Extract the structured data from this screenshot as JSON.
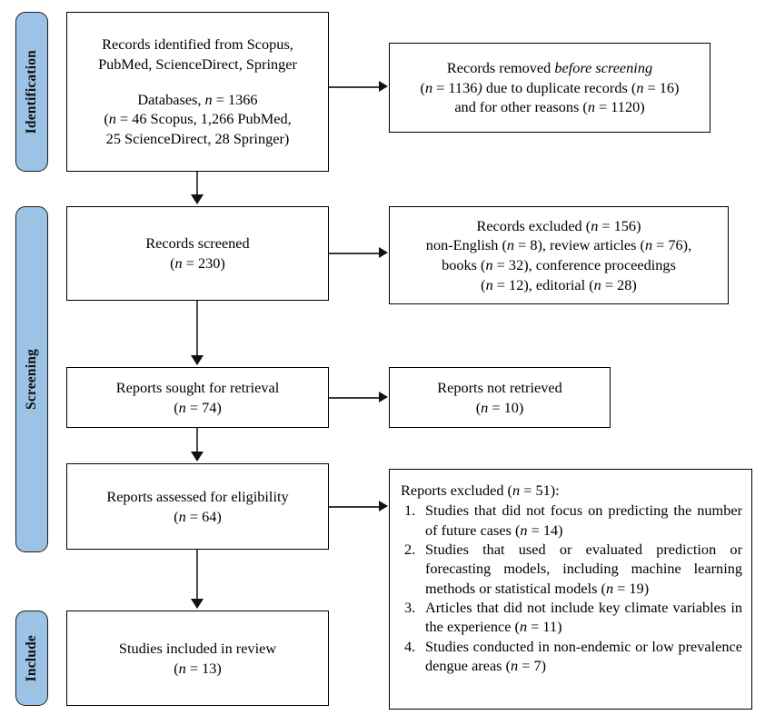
{
  "diagram": {
    "title": "PRISMA 2020 flow diagram",
    "accent_color": "#9CC3E5",
    "border_color": "#000000",
    "background_color": "#FFFFFF"
  },
  "stages": [
    {
      "id": "identification",
      "label": "Identification"
    },
    {
      "id": "screening",
      "label": "Screening"
    },
    {
      "id": "include",
      "label": "Include"
    }
  ],
  "boxes": {
    "records_identified": {
      "line1": "Records identified from Scopus,",
      "line2": "PubMed, ScienceDirect, Springer",
      "line3_pre": "Databases, ",
      "line3_italic": "n",
      "line3_post": " = 1366",
      "line4_pre": "(",
      "line4_italic": "n",
      "line4_post": " = 46 Scopus, 1,266 PubMed,",
      "line5": "25 ScienceDirect, 28 Springer)"
    },
    "records_removed": {
      "line1_pre": "Records removed ",
      "line1_italic": "before screening",
      "line2_a": "(",
      "line2_italic1": "n",
      "line2_b": " = 1136",
      "line2_italic_paren": ")",
      "line2_c": " due to duplicate records (",
      "line2_italic2": "n",
      "line2_d": " = 16)",
      "line3_a": "and for other reasons (",
      "line3_italic": "n",
      "line3_b": " = 1120)"
    },
    "records_screened": {
      "line1": "Records screened",
      "line2_pre": "(",
      "line2_italic": "n",
      "line2_post": " = 230)"
    },
    "records_excluded": {
      "line1_pre": "Records excluded (",
      "line1_italic": "n",
      "line1_post": " = 156)",
      "line2_a": "non-English (",
      "line2_italic1": "n",
      "line2_b": " = 8), review articles (",
      "line2_italic2": "n",
      "line2_c": " = 76),",
      "line3_a": "books (",
      "line3_italic": "n",
      "line3_b": " = 32), conference proceedings",
      "line4_a": "(",
      "line4_italic1": "n",
      "line4_b": " = 12), editorial (",
      "line4_italic2": "n",
      "line4_c": " = 28)"
    },
    "reports_sought": {
      "line1": "Reports sought for retrieval",
      "line2_pre": "(",
      "line2_italic": "n",
      "line2_post": " = 74)"
    },
    "reports_not_retrieved": {
      "line1": "Reports not retrieved",
      "line2_pre": "(",
      "line2_italic": "n",
      "line2_post": " = 10)"
    },
    "reports_assessed": {
      "line1": "Reports assessed for eligibility",
      "line2_pre": "(",
      "line2_italic": "n",
      "line2_post": " = 64)"
    },
    "reports_excluded": {
      "lead_pre": "Reports excluded (",
      "lead_italic": "n",
      "lead_post": " = 51):",
      "items": [
        {
          "text": "Studies that did not focus on predicting the number of future cases (",
          "italic": "n",
          "tail": " = 14)"
        },
        {
          "text": "Studies that used or evaluated prediction or forecasting models, including machine learning methods or statistical models (",
          "italic": "n",
          "tail": " = 19)"
        },
        {
          "text": "Articles that did not include key climate variables in the experience (",
          "italic": "n",
          "tail": " = 11)"
        },
        {
          "text": "Studies conducted in non-endemic or low prevalence dengue areas (",
          "italic": "n",
          "tail": " = 7)"
        }
      ]
    },
    "studies_included": {
      "line1": "Studies included in review",
      "line2_pre": "(",
      "line2_italic": "n",
      "line2_post": " = 13)"
    }
  }
}
